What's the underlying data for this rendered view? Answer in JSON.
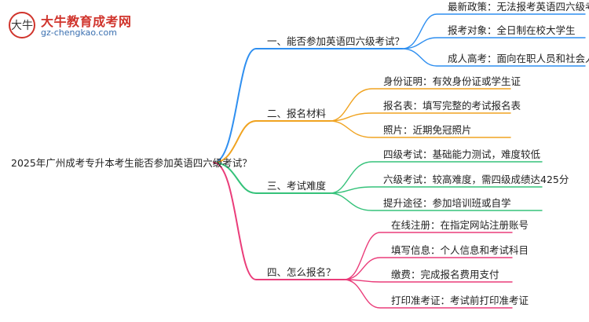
{
  "logo": {
    "name": "大牛教育成考网",
    "url": "gz-chengkao.com"
  },
  "root": "2025年广州成考专升本考生能否参加英语四六级考试？",
  "colors": {
    "branch1": "#2f8ff0",
    "branch2": "#f0a320",
    "branch3": "#35c27a",
    "branch4": "#ea3d7a"
  },
  "branches": [
    {
      "label": "一、能否参加英语四六级考试？",
      "children": [
        "最新政策：无法报考英语四六级考试",
        "报考对象：全日制在校大学生",
        "成人高考：面向在职人员和社会人士"
      ]
    },
    {
      "label": "二、报名材料",
      "children": [
        "身份证明：有效身份证或学生证",
        "报名表：填写完整的考试报名表",
        "照片：近期免冠照片"
      ]
    },
    {
      "label": "三、考试难度",
      "children": [
        "四级考试：基础能力测试，难度较低",
        "六级考试：较高难度，需四级成绩达425分",
        "提升途径：参加培训班或自学"
      ]
    },
    {
      "label": "四、怎么报名？",
      "children": [
        "在线注册：在指定网站注册账号",
        "填写信息：个人信息和考试科目",
        "缴费：完成报名费用支付",
        "打印准考证：考试前打印准考证"
      ]
    }
  ]
}
